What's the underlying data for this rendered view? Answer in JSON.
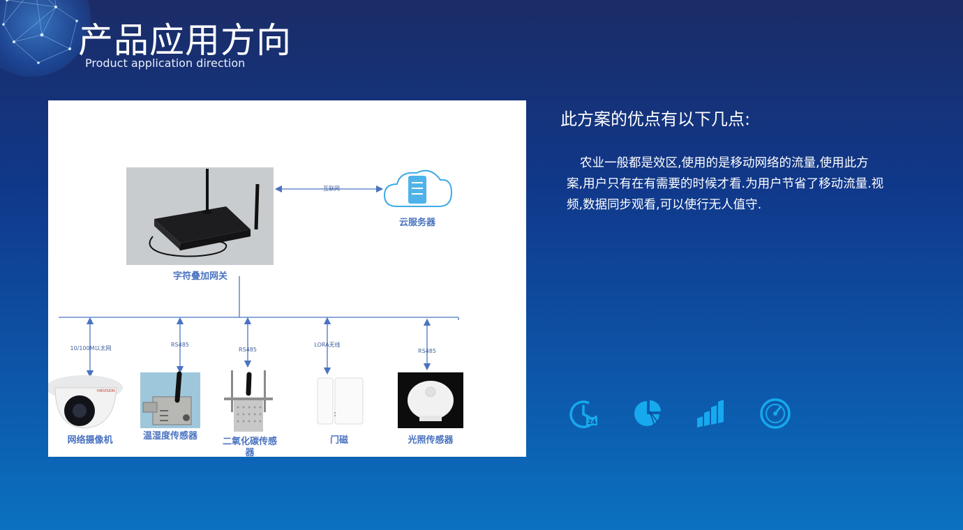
{
  "header": {
    "title": "产品应用方向",
    "subtitle": "Product application direction"
  },
  "diagram": {
    "gateway_label": "字符叠加网关",
    "cloud_label": "云服务器",
    "internet_label": "互联网",
    "devices": [
      {
        "name": "网络摄像机",
        "link": "10/100M以太网"
      },
      {
        "name": "温湿度传感器",
        "link": "RS485"
      },
      {
        "name": "二氧化碳传感器",
        "link": "RS485"
      },
      {
        "name": "门磁",
        "link": "LORA无线"
      },
      {
        "name": "光照传感器",
        "link": "RS485"
      }
    ]
  },
  "advantages": {
    "title": "此方案的优点有以下几点:",
    "body": "农业一般都是效区,使用的是移动网络的流量,使用此方案,用户只有在有需要的时候才看.为用户节省了移动流量.视频,数据同步观看,可以使行无人值守."
  },
  "icons": [
    "clock-24h-icon",
    "pie-chart-icon",
    "bar-chart-icon",
    "speedometer-icon"
  ],
  "colors": {
    "accent": "#17a9ee",
    "diagram_blue": "#4a73c0"
  }
}
